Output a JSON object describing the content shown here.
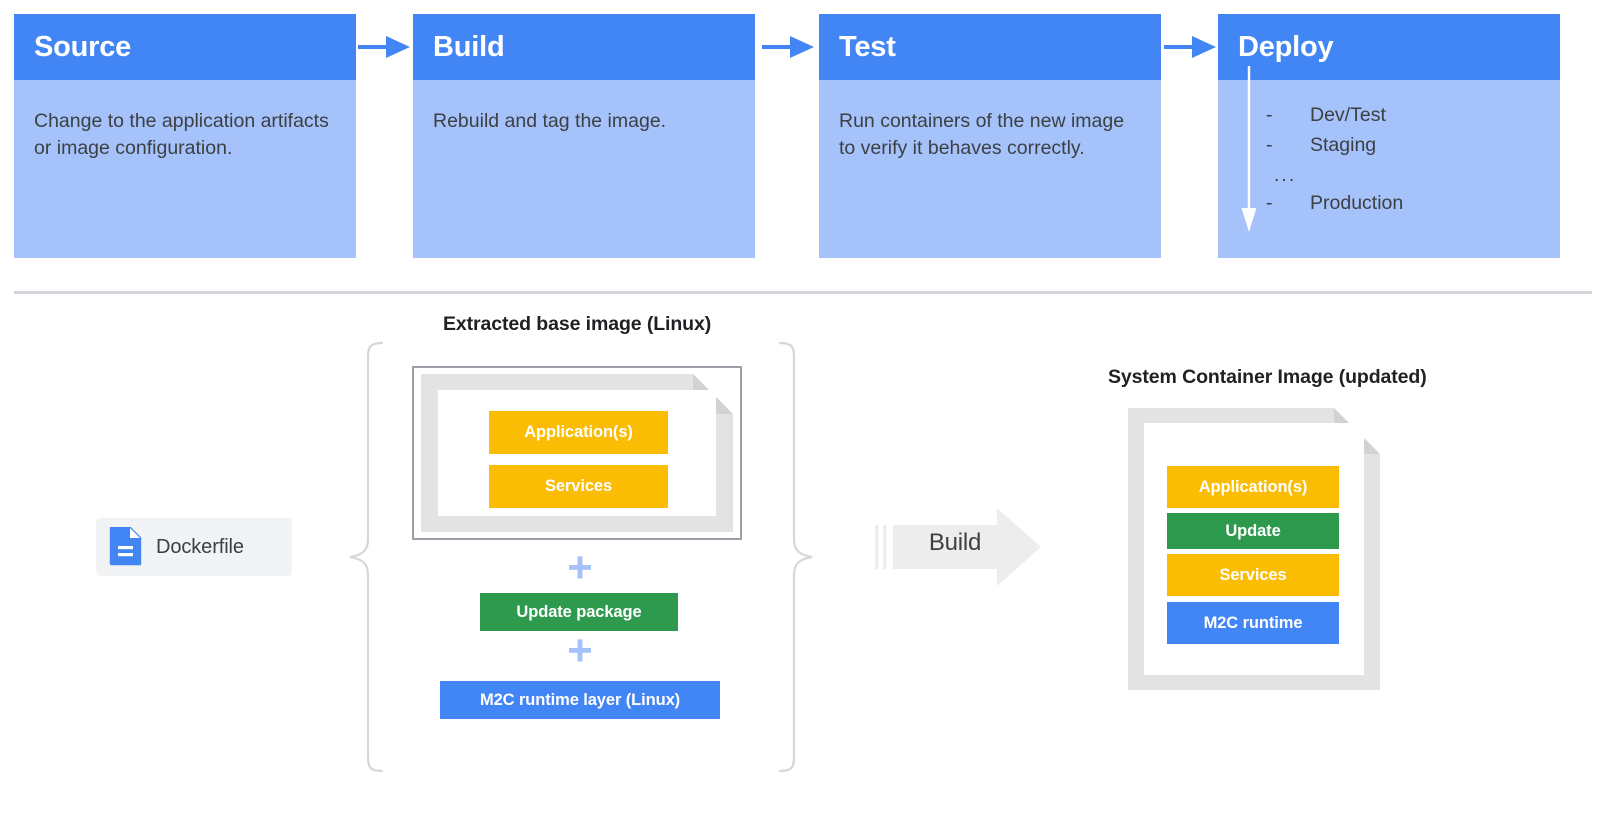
{
  "pipeline": {
    "cards": [
      {
        "title": "Source",
        "body": "Change to the application artifacts or image configuration."
      },
      {
        "title": "Build",
        "body": "Rebuild and tag the image."
      },
      {
        "title": "Test",
        "body": "Run containers of the new image to verify it behaves correctly."
      },
      {
        "title": "Deploy",
        "body": ""
      }
    ],
    "deploy_items": [
      {
        "dash": "-",
        "label": "Dev/Test"
      },
      {
        "dash": "-",
        "label": "Staging"
      },
      {
        "dash": "",
        "label": "..."
      },
      {
        "dash": "-",
        "label": "Production"
      }
    ],
    "connector_icon": "arrow-right-icon",
    "deploy_flow_icon": "arrow-down-icon"
  },
  "build_flow": {
    "dockerfile": {
      "label": "Dockerfile",
      "icon": "document-icon"
    },
    "left_group_label": "Extracted base image (Linux)",
    "base_image_layers": [
      {
        "label": "Application(s)",
        "color": "#FBBC04"
      },
      {
        "label": "Services",
        "color": "#FBBC04"
      }
    ],
    "plus_symbol": "+",
    "update_package": {
      "label": "Update package",
      "color": "#2E9A4E"
    },
    "m2c_runtime": {
      "label": "M2C runtime layer (Linux)",
      "color": "#4285F4"
    },
    "build_action": {
      "label": "Build",
      "icon": "arrow-right-block-icon"
    },
    "right_group_label": "System Container Image (updated)",
    "result_layers": [
      {
        "label": "Application(s)",
        "color": "#FBBC04"
      },
      {
        "label": "Update",
        "color": "#2E9A4E"
      },
      {
        "label": "Services",
        "color": "#FBBC04"
      },
      {
        "label": "M2C runtime",
        "color": "#4285F4"
      }
    ]
  },
  "colors": {
    "header_blue": "#4285F4",
    "body_blue": "#A5C2FA",
    "yellow": "#FBBC04",
    "green": "#2E9A4E",
    "blue": "#4285F4",
    "text_dark": "#3C4043",
    "divider_gray": "#D2D5D9",
    "doc_gray": "#E0E0E0",
    "frame_gray": "#9AA0A6"
  }
}
